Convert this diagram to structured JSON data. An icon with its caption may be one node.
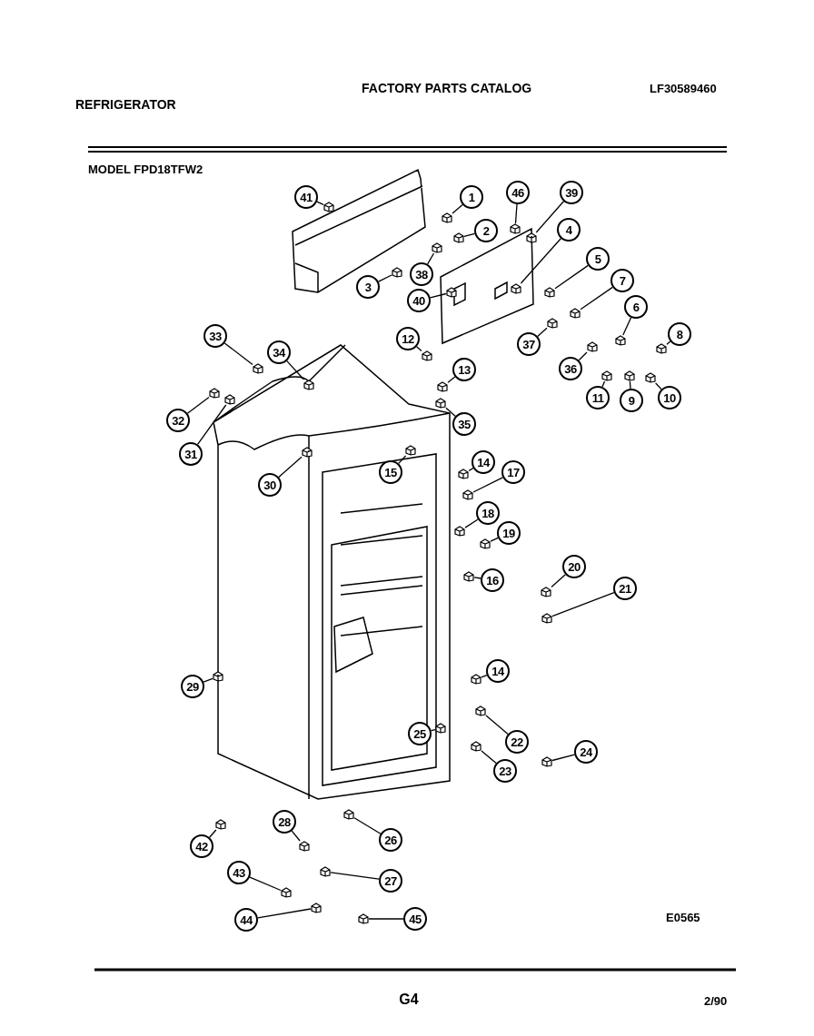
{
  "diagram": {
    "nodes": [
      {
        "text": [
          "41"
        ]
      },
      {
        "text": [
          "1"
        ]
      },
      {
        "text": [
          "46"
        ]
      },
      {
        "text": [
          "39"
        ]
      },
      {
        "text": [
          "2"
        ]
      },
      {
        "text": [
          "4"
        ]
      },
      {
        "text": [
          "5"
        ]
      },
      {
        "text": [
          "3"
        ]
      },
      {
        "text": [
          "38"
        ]
      },
      {
        "text": [
          "7"
        ]
      },
      {
        "text": [
          "40"
        ]
      },
      {
        "text": [
          "6"
        ]
      },
      {
        "text": [
          "33"
        ]
      },
      {
        "text": [
          "34"
        ]
      },
      {
        "text": [
          "12"
        ]
      },
      {
        "text": [
          "8"
        ]
      },
      {
        "text": [
          "37"
        ]
      },
      {
        "text": [
          "36"
        ]
      },
      {
        "text": [
          "13"
        ]
      },
      {
        "text": [
          "11"
        ]
      },
      {
        "text": [
          "9"
        ]
      },
      {
        "text": [
          "10"
        ]
      },
      {
        "text": [
          "32"
        ]
      },
      {
        "text": [
          "35"
        ]
      },
      {
        "text": [
          "31"
        ]
      },
      {
        "text": [
          "14"
        ]
      },
      {
        "text": [
          "15"
        ]
      },
      {
        "text": [
          "17"
        ]
      },
      {
        "text": [
          "30"
        ]
      },
      {
        "text": [
          "18"
        ]
      },
      {
        "text": [
          "19"
        ]
      },
      {
        "text": [
          "20"
        ]
      },
      {
        "text": [
          "16"
        ]
      },
      {
        "text": [
          "21"
        ]
      },
      {
        "text": [
          "14"
        ]
      },
      {
        "text": [
          "29"
        ]
      },
      {
        "text": [
          "25"
        ]
      },
      {
        "text": [
          "22"
        ]
      },
      {
        "text": [
          "24"
        ]
      },
      {
        "text": [
          "23"
        ]
      },
      {
        "text": [
          "28"
        ]
      },
      {
        "text": [
          "26"
        ]
      },
      {
        "text": [
          "42"
        ]
      },
      {
        "text": [
          "43"
        ]
      },
      {
        "text": [
          "27"
        ]
      },
      {
        "text": [
          "44"
        ]
      },
      {
        "text": [
          "45"
        ]
      },
      {
        "text": [],
        "shape": "picture"
      },
      {
        "text": [],
        "shape": "picture"
      },
      {
        "text": [],
        "shape": "picture"
      },
      {
        "text": [],
        "shape": "picture"
      },
      {
        "text": [],
        "shape": "picture"
      },
      {
        "text": [],
        "shape": "picture"
      },
      {
        "text": [],
        "shape": "picture"
      },
      {
        "text": [],
        "shape": "picture"
      },
      {
        "text": [],
        "shape": "picture"
      },
      {
        "text": [],
        "shape": "picture"
      },
      {
        "text": [],
        "shape": "picture"
      },
      {
        "text": [],
        "shape": "picture"
      },
      {
        "text": [],
        "shape": "picture"
      },
      {
        "text": [],
        "shape": "picture"
      },
      {
        "text": [],
        "shape": "picture"
      },
      {
        "text": [],
        "shape": "picture"
      },
      {
        "text": [],
        "shape": "picture"
      },
      {
        "text": [],
        "shape": "picture"
      },
      {
        "text": [],
        "shape": "picture"
      },
      {
        "text": [],
        "shape": "picture"
      },
      {
        "text": [],
        "shape": "picture"
      },
      {
        "text": [],
        "shape": "picture"
      },
      {
        "text": [],
        "shape": "picture"
      },
      {
        "text": [],
        "shape": "picture"
      },
      {
        "text": [],
        "shape": "picture"
      },
      {
        "text": [],
        "shape": "picture"
      },
      {
        "text": [],
        "shape": "picture"
      },
      {
        "text": [],
        "shape": "picture"
      },
      {
        "text": [],
        "shape": "picture"
      },
      {
        "text": [],
        "shape": "picture"
      },
      {
        "text": [],
        "shape": "picture"
      },
      {
        "text": [],
        "shape": "picture"
      },
      {
        "text": [],
        "shape": "picture"
      },
      {
        "text": [],
        "shape": "picture"
      },
      {
        "text": [],
        "shape": "picture"
      },
      {
        "text": [],
        "shape": "picture"
      },
      {
        "text": [],
        "shape": "picture"
      },
      {
        "text": [],
        "shape": "picture"
      },
      {
        "text": [],
        "shape": "picture"
      },
      {
        "text": [],
        "shape": "picture"
      },
      {
        "text": [],
        "shape": "picture"
      },
      {
        "text": [],
        "shape": "picture"
      },
      {
        "text": [],
        "shape": "picture"
      },
      {
        "text": [],
        "shape": "picture"
      },
      {
        "text": [],
        "shape": "picture"
      },
      {
        "text": [],
        "shape": "picture"
      },
      {
        "text": [],
        "shape": "picture"
      }
    ],
    "edges": [
      {
        "from": 0,
        "to": 47,
        "arrow": "none"
      },
      {
        "from": 1,
        "to": 48,
        "arrow": "none"
      },
      {
        "from": 2,
        "to": 49,
        "arrow": "none"
      },
      {
        "from": 3,
        "to": 50,
        "arrow": "none"
      },
      {
        "from": 4,
        "to": 51,
        "arrow": "none"
      },
      {
        "from": 5,
        "to": 52,
        "arrow": "none"
      },
      {
        "from": 6,
        "to": 53,
        "arrow": "none"
      },
      {
        "from": 7,
        "to": 54,
        "arrow": "none"
      },
      {
        "from": 8,
        "to": 55,
        "arrow": "none"
      },
      {
        "from": 9,
        "to": 56,
        "arrow": "none"
      },
      {
        "from": 10,
        "to": 57,
        "arrow": "none"
      },
      {
        "from": 11,
        "to": 58,
        "arrow": "none"
      },
      {
        "from": 12,
        "to": 59,
        "arrow": "none"
      },
      {
        "from": 13,
        "to": 60,
        "arrow": "none"
      },
      {
        "from": 14,
        "to": 61,
        "arrow": "none"
      },
      {
        "from": 15,
        "to": 62,
        "arrow": "none"
      },
      {
        "from": 16,
        "to": 63,
        "arrow": "none"
      },
      {
        "from": 17,
        "to": 64,
        "arrow": "none"
      },
      {
        "from": 18,
        "to": 65,
        "arrow": "none"
      },
      {
        "from": 19,
        "to": 66,
        "arrow": "none"
      },
      {
        "from": 20,
        "to": 67,
        "arrow": "none"
      },
      {
        "from": 21,
        "to": 68,
        "arrow": "none"
      },
      {
        "from": 22,
        "to": 69,
        "arrow": "none"
      },
      {
        "from": 23,
        "to": 70,
        "arrow": "none"
      },
      {
        "from": 24,
        "to": 71,
        "arrow": "none"
      },
      {
        "from": 25,
        "to": 72,
        "arrow": "none"
      },
      {
        "from": 26,
        "to": 73,
        "arrow": "none"
      },
      {
        "from": 27,
        "to": 74,
        "arrow": "none"
      },
      {
        "from": 28,
        "to": 75,
        "arrow": "none"
      },
      {
        "from": 29,
        "to": 76,
        "arrow": "none"
      },
      {
        "from": 30,
        "to": 77,
        "arrow": "none"
      },
      {
        "from": 31,
        "to": 78,
        "arrow": "none"
      },
      {
        "from": 32,
        "to": 79,
        "arrow": "none"
      },
      {
        "from": 33,
        "to": 80,
        "arrow": "none"
      },
      {
        "from": 34,
        "to": 81,
        "arrow": "none"
      },
      {
        "from": 35,
        "to": 82,
        "arrow": "none"
      },
      {
        "from": 36,
        "to": 83,
        "arrow": "none"
      },
      {
        "from": 37,
        "to": 84,
        "arrow": "none"
      },
      {
        "from": 38,
        "to": 85,
        "arrow": "none"
      },
      {
        "from": 39,
        "to": 86,
        "arrow": "none"
      },
      {
        "from": 40,
        "to": 87,
        "arrow": "none"
      },
      {
        "from": 41,
        "to": 88,
        "arrow": "none"
      },
      {
        "from": 42,
        "to": 89,
        "arrow": "none"
      },
      {
        "from": 43,
        "to": 90,
        "arrow": "none"
      },
      {
        "from": 44,
        "to": 91,
        "arrow": "none"
      },
      {
        "from": 45,
        "to": 92,
        "arrow": "none"
      },
      {
        "from": 46,
        "to": 93,
        "arrow": "none"
      }
    ],
    "labels": [
      "REFRIGERATOR",
      "FACTORY PARTS CATALOG",
      "LF30589460",
      "MODEL FPD18TFW2",
      "E0565",
      "G4",
      "2/90"
    ]
  }
}
